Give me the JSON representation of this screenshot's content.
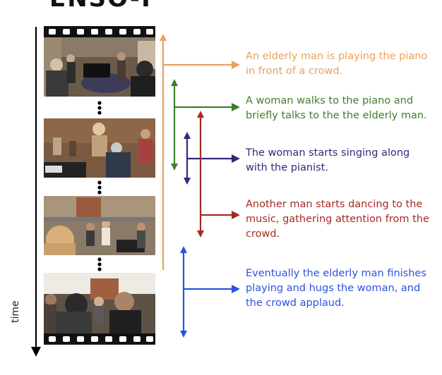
{
  "header_fragment": "ENSO-T",
  "axis": {
    "label": "time"
  },
  "frames": [
    {
      "name": "frame-1",
      "scene": "crowd-around-piano"
    },
    {
      "name": "frame-2",
      "scene": "woman-at-piano"
    },
    {
      "name": "frame-3",
      "scene": "crowd-dancing"
    },
    {
      "name": "frame-4",
      "scene": "crowd-applause"
    }
  ],
  "ellipsis": "⋮",
  "events": [
    {
      "text_lines": [
        "An elderly man is playing the piano",
        "in front of a crowd."
      ],
      "color": "#E8A15A"
    },
    {
      "text_lines": [
        "A woman walks to the piano and",
        "briefly talks to the the elderly man."
      ],
      "color": "#3E7F2E"
    },
    {
      "text_lines": [
        "The woman starts singing along",
        "with the pianist."
      ],
      "color": "#2E2A7A"
    },
    {
      "text_lines": [
        "Another man starts dancing to the",
        "music, gathering attention from the",
        "crowd."
      ],
      "color": "#A62A22"
    },
    {
      "text_lines": [
        "Eventually the elderly man finishes",
        "playing and hugs the woman, and",
        "the crowd applaud."
      ],
      "color": "#2A52E0"
    }
  ]
}
